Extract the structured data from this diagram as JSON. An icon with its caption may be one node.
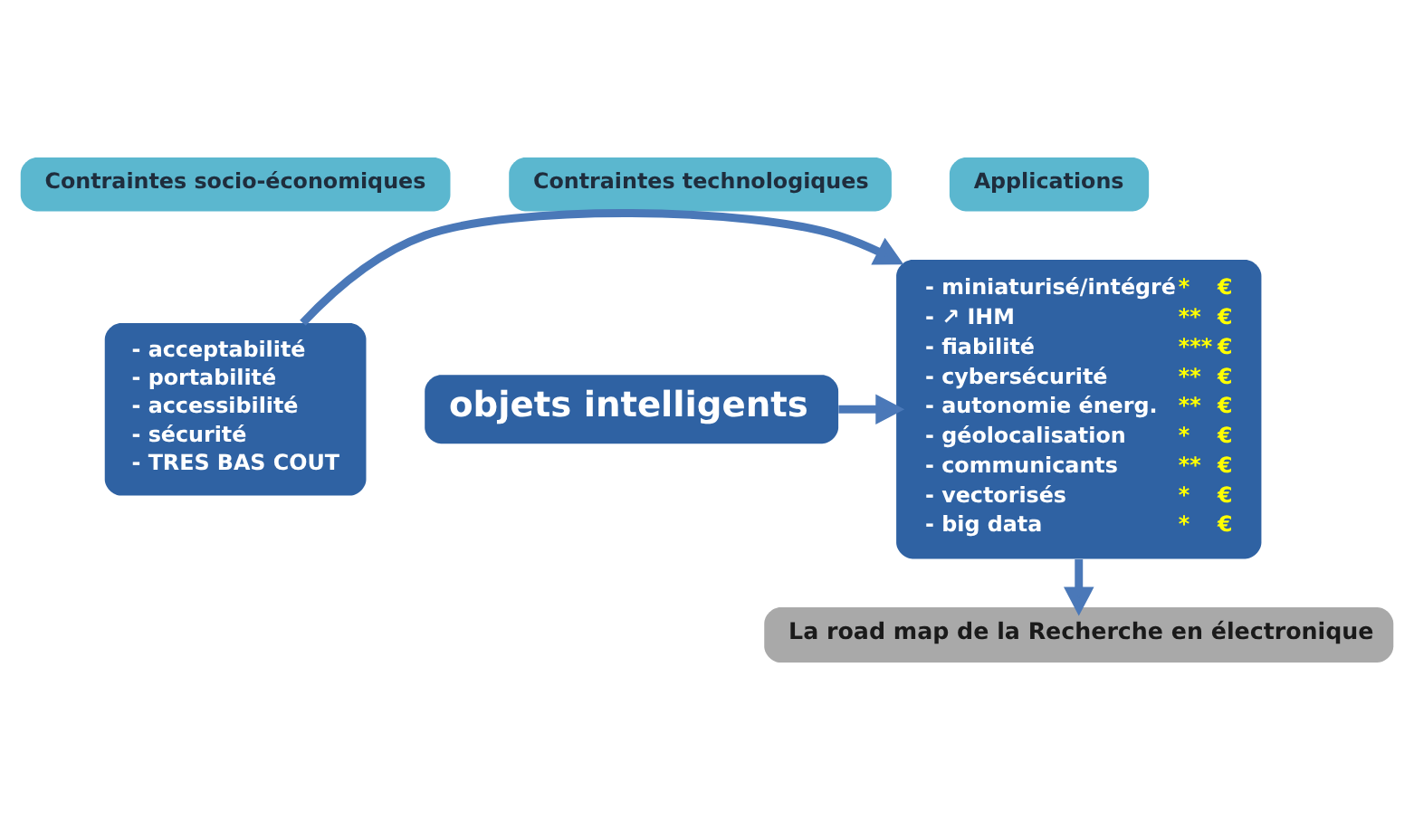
{
  "diagram": {
    "nodes": [
      {
        "text": [
          "Contraintes socio-économiques"
        ]
      },
      {
        "text": [
          "Contraintes technologiques"
        ]
      },
      {
        "text": [
          "Applications"
        ]
      },
      {
        "text": [
          "- acceptabilité",
          "- portabilité",
          "- accessibilité",
          "- sécurité",
          "- TRES BAS COUT"
        ]
      },
      {
        "text": [
          "- miniaturisé/intégré",
          "*",
          "€",
          "- ↗ IHM",
          "**",
          "€",
          "- fiabilité",
          "***",
          "€",
          "- cybersécurité",
          "**",
          "€",
          "- autonomie énerg.",
          "**",
          "€",
          "- géolocalisation",
          "*",
          "€",
          "- communicants",
          "**",
          "€",
          "- vectorisés",
          "*",
          "€",
          "- big data",
          "*",
          "€"
        ]
      },
      {
        "text": [
          "objets intelligents"
        ]
      },
      {
        "text": [
          "La road map de la Recherche en électronique"
        ]
      }
    ],
    "edges": [
      {
        "from": 3,
        "to": 4,
        "arrow": "to"
      },
      {
        "from": 5,
        "to": 4,
        "arrow": "to"
      },
      {
        "from": 4,
        "to": 6,
        "arrow": "to"
      }
    ]
  }
}
